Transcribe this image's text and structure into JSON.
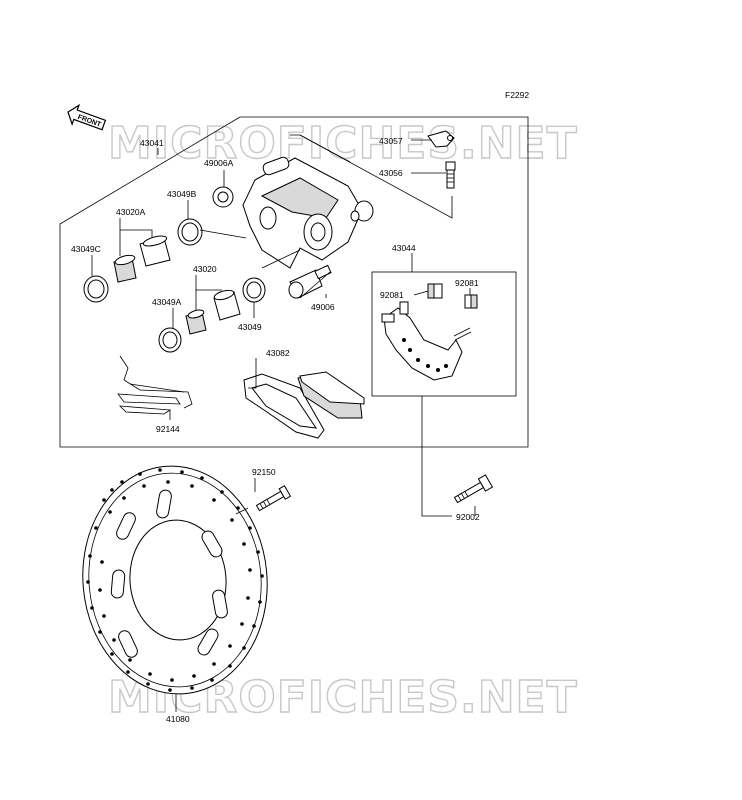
{
  "figure_code": "F2292",
  "front_label": "FRONT",
  "watermark": "MICROFICHES.NET",
  "callouts": {
    "p43041": "43041",
    "p43057": "43057",
    "p43056": "43056",
    "p49006A": "49006A",
    "p43049B": "43049B",
    "p43020A": "43020A",
    "p43049C": "43049C",
    "p43020": "43020",
    "p43049A": "43049A",
    "p43049": "43049",
    "p49006": "49006",
    "p43044": "43044",
    "p92081a": "92081",
    "p92081b": "92081",
    "p43082": "43082",
    "p92144": "92144",
    "p92150": "92150",
    "p92002": "92002",
    "p41080": "41080"
  }
}
